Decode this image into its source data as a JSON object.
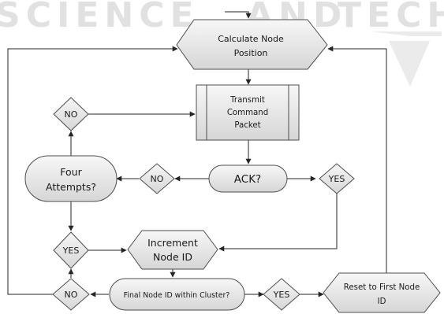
{
  "watermark": {
    "left": "SCIENCE",
    "mid": "AND",
    "right": "TECH"
  },
  "nodes": {
    "calc_position": [
      "Calculate Node",
      "Position"
    ],
    "transmit": [
      "Transmit",
      "Command",
      "Packet"
    ],
    "ack": "ACK?",
    "ack_yes": "YES",
    "ack_no": "NO",
    "four_attempts": [
      "Four",
      "Attempts?"
    ],
    "attempts_no": "NO",
    "attempts_yes": "YES",
    "increment": [
      "Increment",
      "Node ID"
    ],
    "final_check": "Final Node ID within Cluster?",
    "final_yes": "YES",
    "final_no": "NO",
    "reset": [
      "Reset to First Node",
      "ID"
    ]
  },
  "colors": {
    "node_top": "#f7f7f7",
    "node_bottom": "#d6d6d6",
    "stroke": "#4d4d4d",
    "edge": "#262626",
    "watermark": "#e1e1e1"
  }
}
